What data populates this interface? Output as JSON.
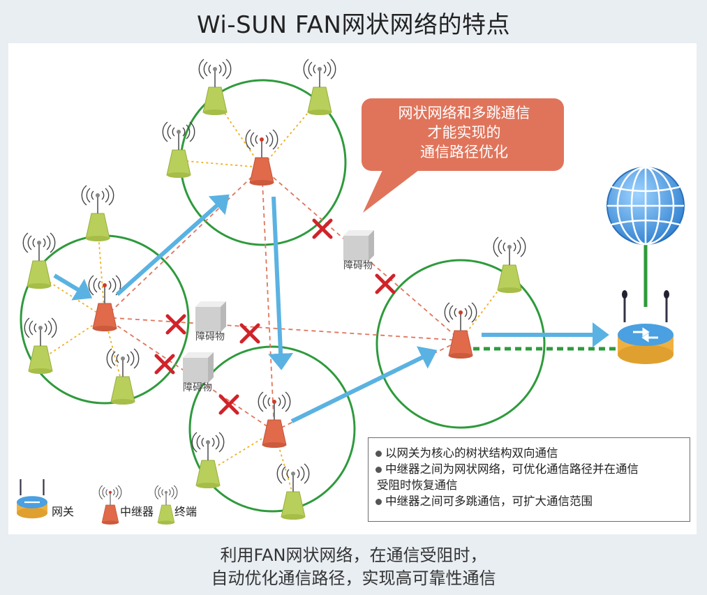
{
  "title": "Wi-SUN FAN网状网络的特点",
  "callout": {
    "lines": [
      "网状网络和多跳通信",
      "才能实现的",
      "通信路径优化"
    ],
    "color": "#e0745b"
  },
  "obstacle_label": "障碍物",
  "legend_bullets": [
    "以网关为核心的树状结构双向通信",
    "中继器之间为网状网络，可优化通信路径并在通信",
    "受阻时恢复通信",
    "中继器之间可多跳通信，可扩大通信范围"
  ],
  "key": {
    "gateway": "网关",
    "repeater": "中继器",
    "terminal": "终端"
  },
  "caption": {
    "line1": "利用FAN网状网络，在通信受阻时，",
    "line2": "自动优化通信路径，实现高可靠性通信"
  },
  "colors": {
    "circle": "#2e9a3c",
    "repeater": "#e06a4a",
    "terminal": "#b9cf5b",
    "arrow": "#5ab2e2",
    "blocked": "#d0232a",
    "mesh_link": "#e0745b",
    "tree_link": "#f0b020"
  },
  "icons": [
    "globe-icon",
    "router-icon",
    "repeater-icon",
    "terminal-icon",
    "blocked-x-icon",
    "obstacle-box-icon"
  ]
}
